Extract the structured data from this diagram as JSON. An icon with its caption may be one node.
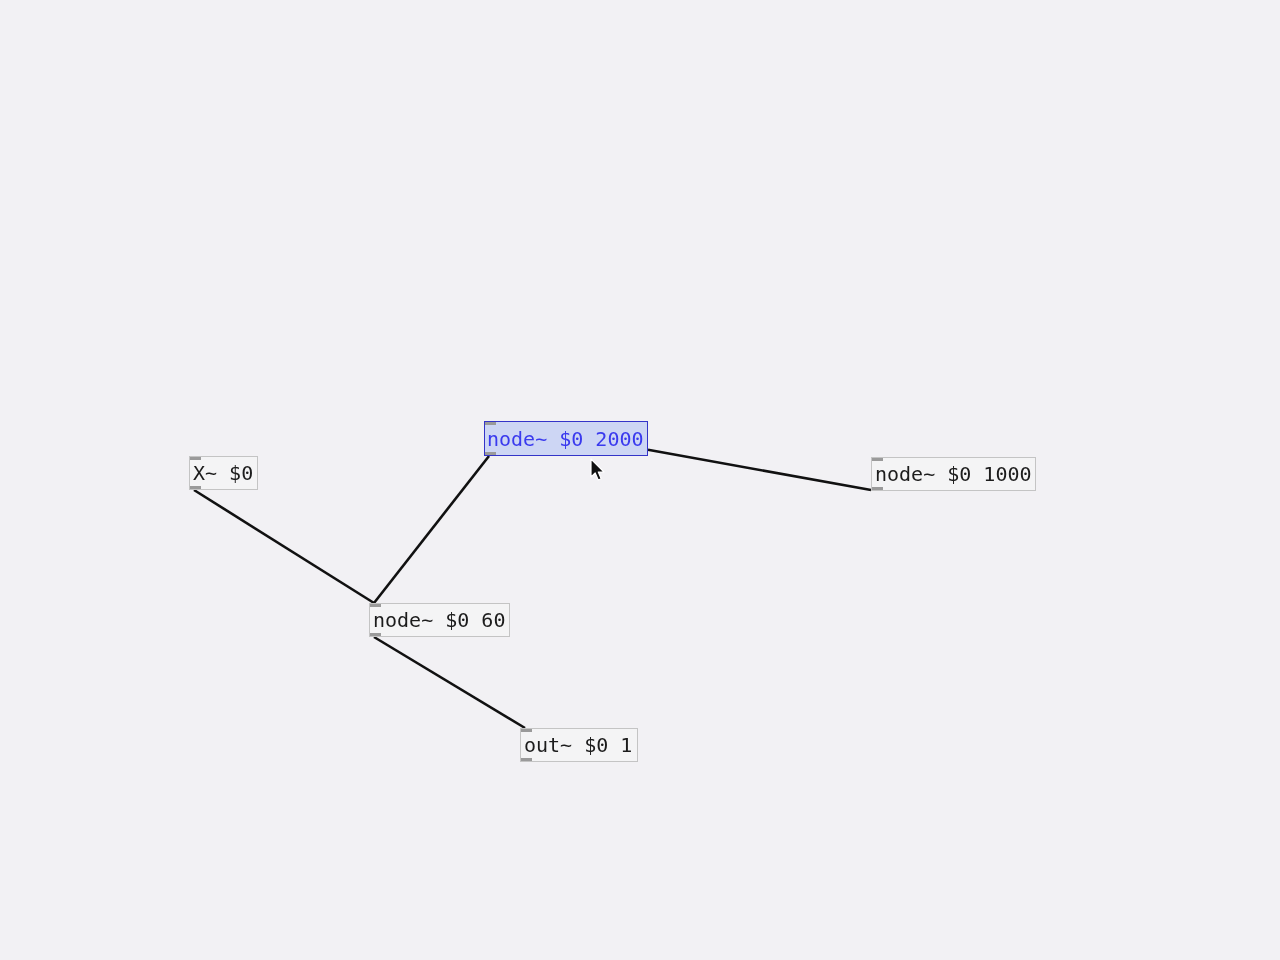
{
  "diagram": {
    "nodes": [
      {
        "text": [
          "node~ $0 2000"
        ]
      },
      {
        "text": [
          "X~ $0"
        ]
      },
      {
        "text": [
          "node~ $0 1000"
        ]
      },
      {
        "text": [
          "node~ $0 60"
        ]
      },
      {
        "text": [
          "out~ $0 1"
        ]
      }
    ],
    "edges": [
      {
        "from": 1,
        "to": 3,
        "arrow": "none"
      },
      {
        "from": 2,
        "to": 0,
        "arrow": "none"
      },
      {
        "from": 0,
        "to": 3,
        "arrow": "none"
      },
      {
        "from": 3,
        "to": 4,
        "arrow": "none"
      }
    ]
  }
}
